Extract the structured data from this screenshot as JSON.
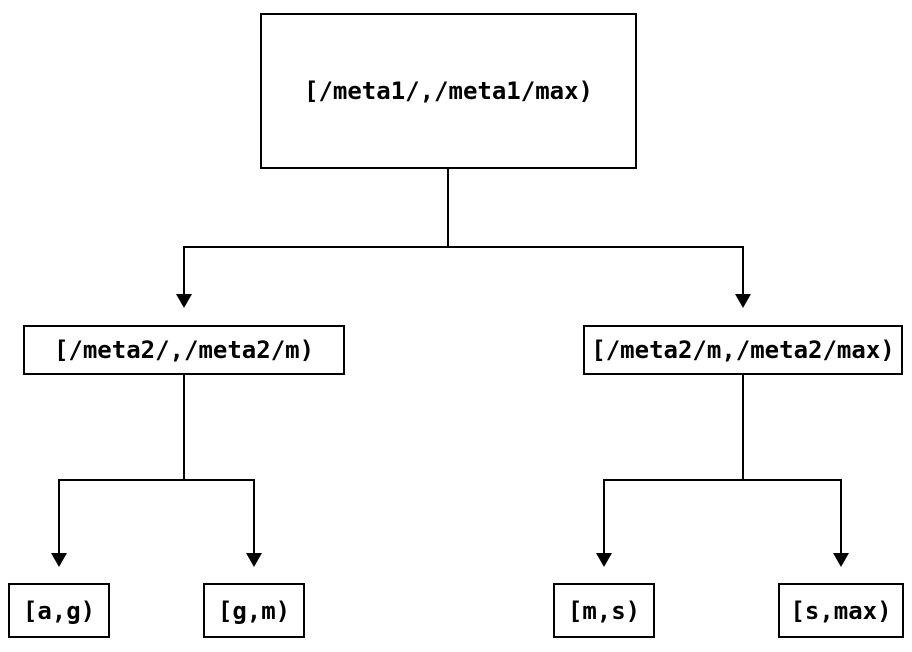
{
  "diagram": {
    "type": "tree",
    "nodes": {
      "root": {
        "label": "[/meta1/,/meta1/max)"
      },
      "left": {
        "label": "[/meta2/,/meta2/m)"
      },
      "right": {
        "label": "[/meta2/m,/meta2/max)"
      },
      "leaf_ag": {
        "label": "[a,g)"
      },
      "leaf_gm": {
        "label": "[g,m)"
      },
      "leaf_ms": {
        "label": "[m,s)"
      },
      "leaf_smax": {
        "label": "[s,max)"
      }
    },
    "edges": [
      {
        "from": "root",
        "to": "left"
      },
      {
        "from": "root",
        "to": "right"
      },
      {
        "from": "left",
        "to": "leaf_ag"
      },
      {
        "from": "left",
        "to": "leaf_gm"
      },
      {
        "from": "right",
        "to": "leaf_ms"
      },
      {
        "from": "right",
        "to": "leaf_smax"
      }
    ],
    "colors": {
      "line": "#000000",
      "text": "#000000",
      "background": "#ffffff"
    }
  }
}
